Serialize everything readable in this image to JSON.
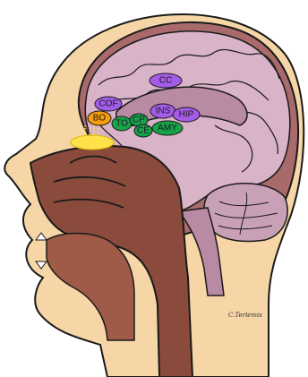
{
  "diagram": {
    "type": "sagittal head section",
    "colors": {
      "skin": "#f6d6a6",
      "outline": "#1a1a1a",
      "brain_outer": "#a86a6a",
      "brain_inner": "#d9b3c8",
      "cerebellum": "#c9a1b6",
      "airway": "#8a4b3c",
      "purple_region": "#a45ce8",
      "green_region": "#16a34a",
      "orange_region": "#f59e0b",
      "yellow_region": "#ffe14a"
    },
    "regions": [
      {
        "id": "cc",
        "label": "CC",
        "color_group": "purple"
      },
      {
        "id": "cof",
        "label": "COF",
        "color_group": "purple"
      },
      {
        "id": "ins",
        "label": "INS",
        "color_group": "purple"
      },
      {
        "id": "hip",
        "label": "HIP",
        "color_group": "purple"
      },
      {
        "id": "bo",
        "label": "BO",
        "color_group": "orange"
      },
      {
        "id": "to",
        "label": "TO",
        "color_group": "green"
      },
      {
        "id": "cp",
        "label": "CP",
        "color_group": "green"
      },
      {
        "id": "ce",
        "label": "CE",
        "color_group": "green"
      },
      {
        "id": "amy",
        "label": "AMY",
        "color_group": "green"
      }
    ],
    "signature": "C.Terlemis"
  }
}
